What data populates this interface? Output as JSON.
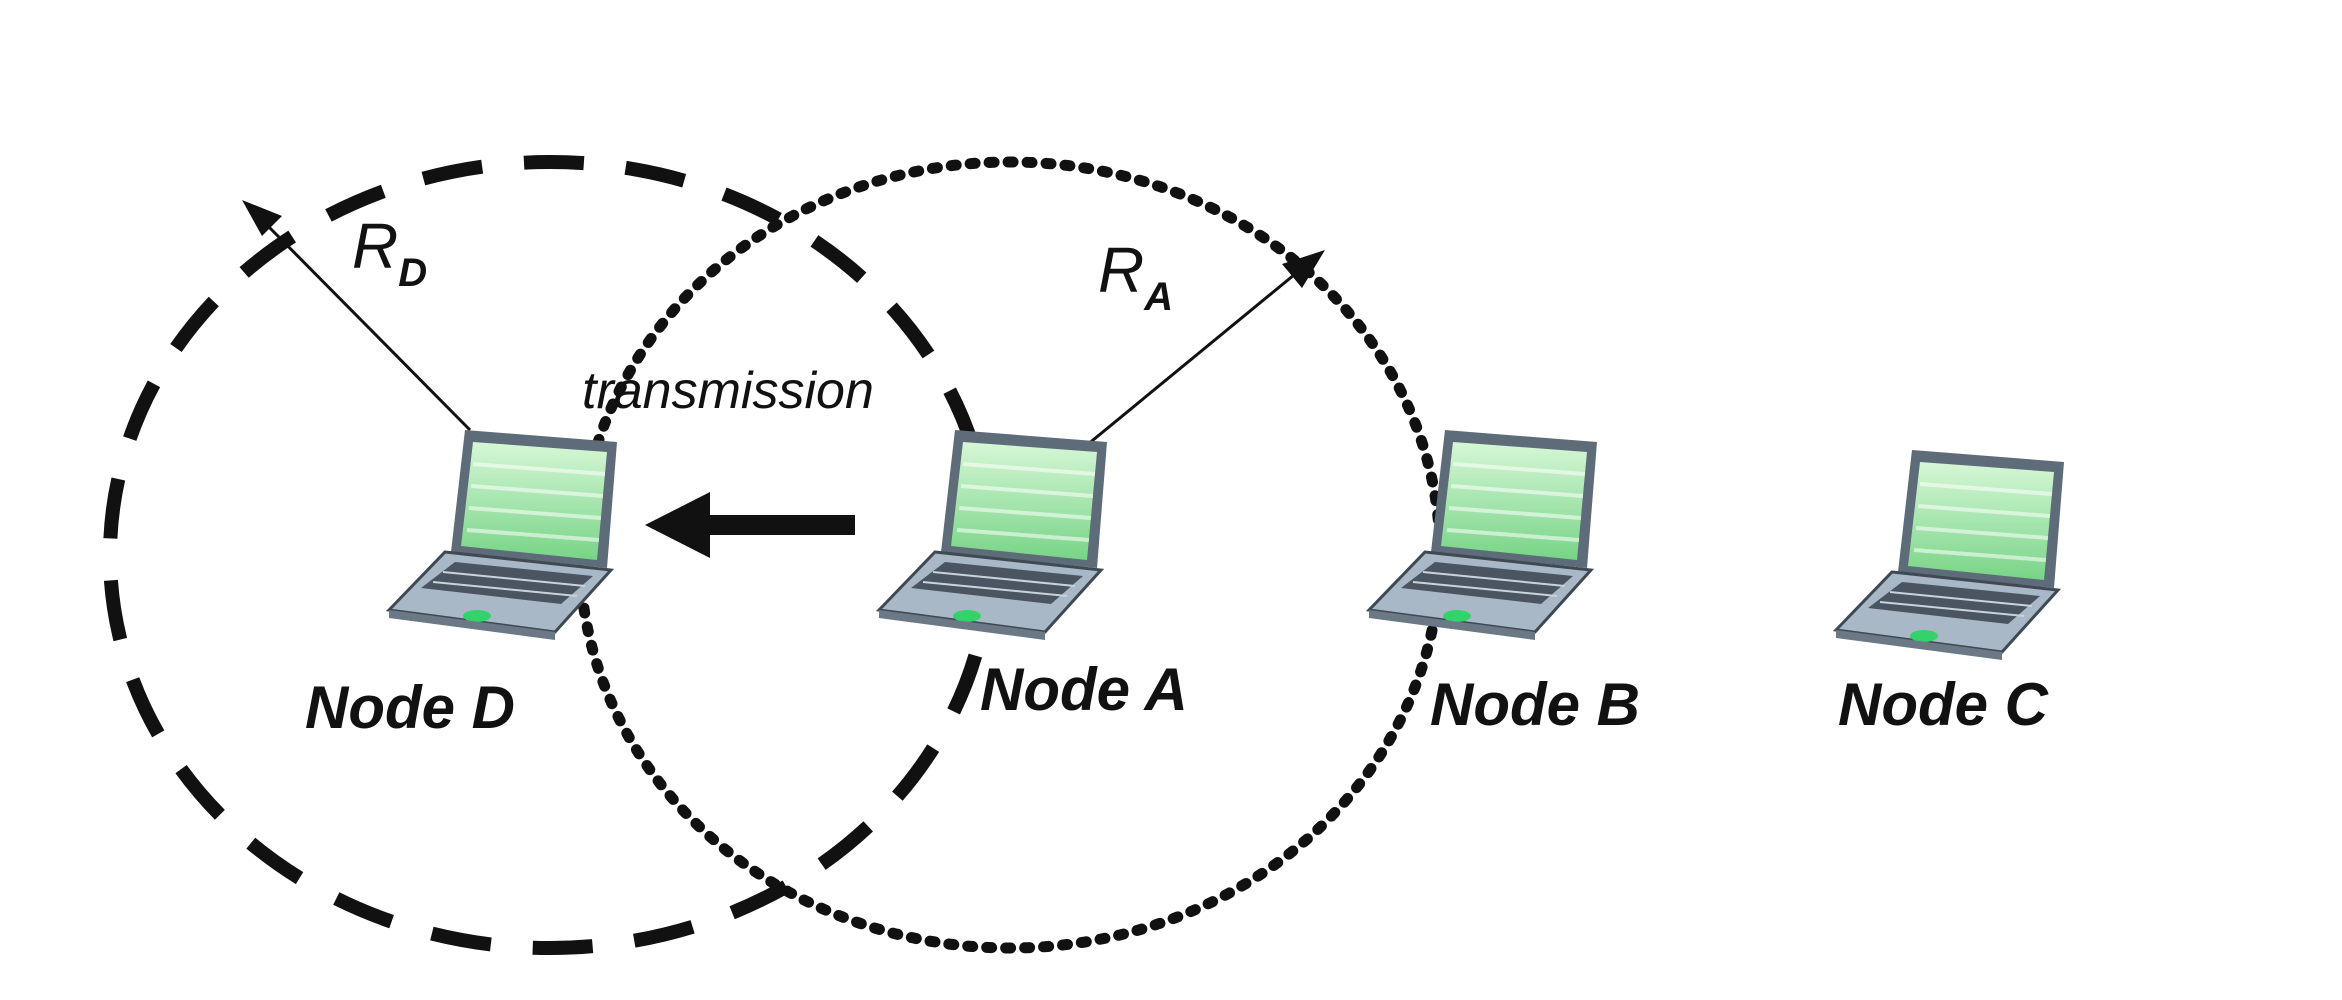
{
  "nodes": [
    {
      "id": "D",
      "label": "Node D"
    },
    {
      "id": "A",
      "label": "Node A"
    },
    {
      "id": "B",
      "label": "Node B"
    },
    {
      "id": "C",
      "label": "Node C"
    }
  ],
  "ranges": [
    {
      "node": "D",
      "symbol": "R",
      "subscript": "D",
      "style": "dashed"
    },
    {
      "node": "A",
      "symbol": "R",
      "subscript": "A",
      "style": "dotted"
    }
  ],
  "transmission": {
    "label": "transmission",
    "from": "A",
    "to": "D"
  },
  "colors": {
    "ink": "#111111",
    "screen_light": "#c8f2c8",
    "screen_mid": "#86dc93",
    "laptop_body": "#a9b8c6",
    "laptop_dark": "#3f4954",
    "led": "#34d26a"
  },
  "icons": {
    "node": "laptop-icon"
  }
}
